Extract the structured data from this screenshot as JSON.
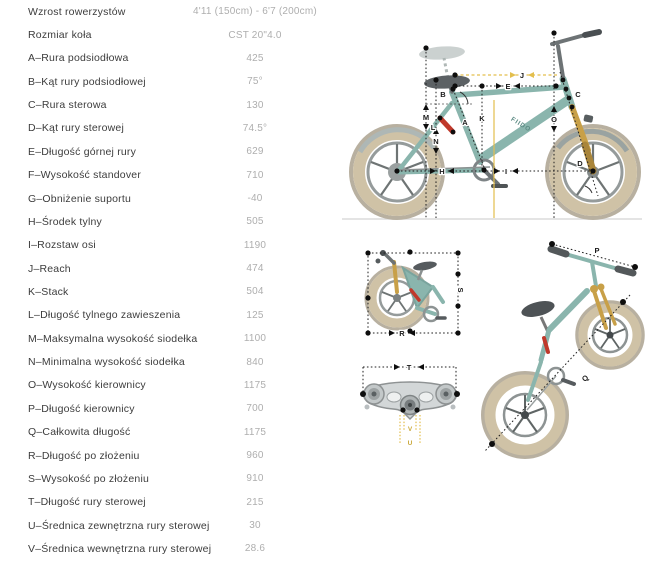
{
  "table": {
    "rows": [
      {
        "label": "Wzrost rowerzystów",
        "value": "4'11 (150cm) - 6'7 (200cm)"
      },
      {
        "label": "Rozmiar koła",
        "value": "CST 20\"4.0"
      },
      {
        "label": "A–Rura podsiodłowa",
        "value": "425"
      },
      {
        "label": "B–Kąt rury podsiodłowej",
        "value": "75°"
      },
      {
        "label": "C–Rura sterowa",
        "value": "130"
      },
      {
        "label": "D–Kąt rury sterowej",
        "value": "74.5°"
      },
      {
        "label": "E–Długość górnej rury",
        "value": "629"
      },
      {
        "label": "F–Wysokość standover",
        "value": "710"
      },
      {
        "label": "G–Obniżenie suportu",
        "value": "-40"
      },
      {
        "label": "H–Środek tylny",
        "value": "505"
      },
      {
        "label": "I–Rozstaw osi",
        "value": "1190"
      },
      {
        "label": "J–Reach",
        "value": "474"
      },
      {
        "label": "K–Stack",
        "value": "504"
      },
      {
        "label": "L–Długość tylnego zawieszenia",
        "value": "125"
      },
      {
        "label": "M–Maksymalna wysokość siodełka",
        "value": "1100"
      },
      {
        "label": "N–Minimalna wysokość siodełka",
        "value": "840"
      },
      {
        "label": "O–Wysokość kierownicy",
        "value": "1175"
      },
      {
        "label": "P–Długość kierownicy",
        "value": "700"
      },
      {
        "label": "Q–Całkowita długość",
        "value": "1175"
      },
      {
        "label": "R–Długość po złożeniu",
        "value": "960"
      },
      {
        "label": "S–Wysokość po złożeniu",
        "value": "910"
      },
      {
        "label": "T–Długość rury sterowej",
        "value": "215"
      },
      {
        "label": "U–Średnica zewnętrzna rury sterowej",
        "value": "30"
      },
      {
        "label": "V–Średnica wewnętrzna rury sterowej",
        "value": "28.6"
      }
    ]
  },
  "diagrams": {
    "brand": "FIIDO",
    "dims": {
      "A": "A",
      "B": "B",
      "C": "C",
      "D": "D",
      "E": "E",
      "H": "H",
      "I": "I",
      "J": "J",
      "K": "K",
      "L": "L",
      "M": "M",
      "N": "N",
      "O": "O",
      "P": "P",
      "Q": "Q",
      "R": "R",
      "S": "S",
      "T": "T",
      "U": "U",
      "V": "V"
    }
  },
  "colors": {
    "label_text": "#3c3c3c",
    "value_text": "#aeaeae",
    "dimension_line": "#1f1f1f",
    "accent_yellow": "#e3bf4e",
    "frame_teal": "#8ab5ad",
    "tire_tan": "#cfc2a6",
    "fork_gold": "#c8a048",
    "shock_red": "#c0392b"
  }
}
